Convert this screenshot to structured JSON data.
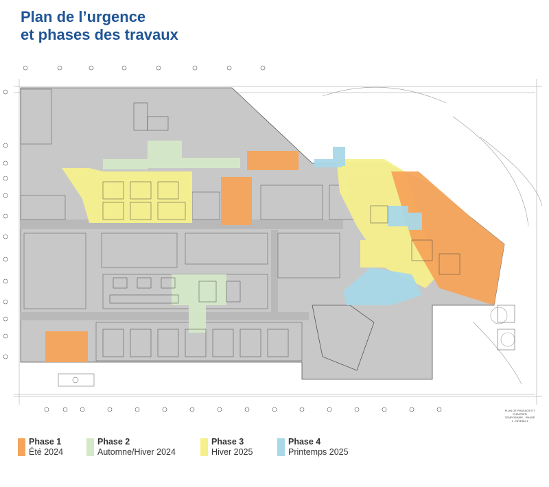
{
  "title": {
    "line1": "Plan de l’urgence",
    "line2": "et phases des travaux"
  },
  "colors": {
    "title": "#1f5596",
    "building": "#c8c8c8",
    "corridor": "#b9b9b9",
    "phase1": "#f5a45b",
    "phase2": "#d5e8c8",
    "phase3": "#f6f08c",
    "phase4": "#a9d8e8"
  },
  "legend": [
    {
      "phase": "Phase 1",
      "season": "Été 2024",
      "color": "#f5a45b"
    },
    {
      "phase": "Phase 2",
      "season": "Automne/Hiver 2024",
      "color": "#d5e8c8"
    },
    {
      "phase": "Phase 3",
      "season": "Hiver 2025",
      "color": "#f6f08c"
    },
    {
      "phase": "Phase 4",
      "season": "Printemps 2025",
      "color": "#a9d8e8"
    }
  ],
  "stamp": {
    "line1": "PLAN DE PHASAGE ET",
    "line2": "CHANTIER",
    "line3": "TEMPORAIRE - PHASE",
    "line4": "1 - NIVEAU 1"
  }
}
